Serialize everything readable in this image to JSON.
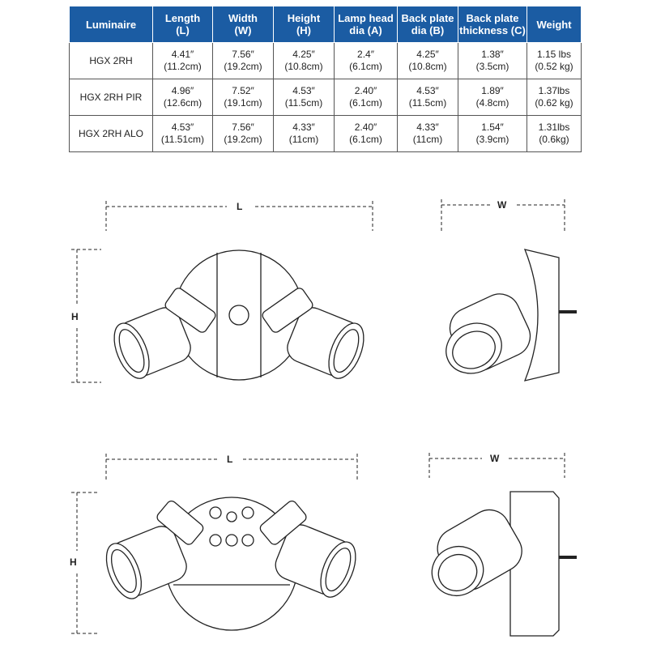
{
  "table": {
    "headers": [
      [
        "Luminaire",
        ""
      ],
      [
        "Length",
        "(L)"
      ],
      [
        "Width",
        "(W)"
      ],
      [
        "Height",
        "(H)"
      ],
      [
        "Lamp head",
        "dia (A)"
      ],
      [
        "Back plate",
        "dia (B)"
      ],
      [
        "Back plate",
        "thickness (C)"
      ],
      [
        "Weight",
        ""
      ]
    ],
    "rows": [
      [
        "HGX 2RH",
        [
          "4.41″",
          "(11.2cm)"
        ],
        [
          "7.56″",
          "(19.2cm)"
        ],
        [
          "4.25″",
          "(10.8cm)"
        ],
        [
          "2.4″",
          "(6.1cm)"
        ],
        [
          "4.25″",
          "(10.8cm)"
        ],
        [
          "1.38″",
          "(3.5cm)"
        ],
        [
          "1.15 lbs",
          "(0.52 kg)"
        ]
      ],
      [
        "HGX 2RH PIR",
        [
          "4.96″",
          "(12.6cm)"
        ],
        [
          "7.52″",
          "(19.1cm)"
        ],
        [
          "4.53″",
          "(11.5cm)"
        ],
        [
          "2.40″",
          "(6.1cm)"
        ],
        [
          "4.53″",
          "(11.5cm)"
        ],
        [
          "1.89″",
          "(4.8cm)"
        ],
        [
          "1.37lbs",
          "(0.62 kg)"
        ]
      ],
      [
        "HGX 2RH ALO",
        [
          "4.53″",
          "(11.51cm)"
        ],
        [
          "7.56″",
          "(19.2cm)"
        ],
        [
          "4.33″",
          "(11cm)"
        ],
        [
          "2.40″",
          "(6.1cm)"
        ],
        [
          "4.33″",
          "(11cm)"
        ],
        [
          "1.54″",
          "(3.9cm)"
        ],
        [
          "1.31lbs",
          "(0.6kg)"
        ]
      ]
    ]
  },
  "drawings": {
    "length_label": "L",
    "width_label": "W",
    "height_label": "H"
  }
}
